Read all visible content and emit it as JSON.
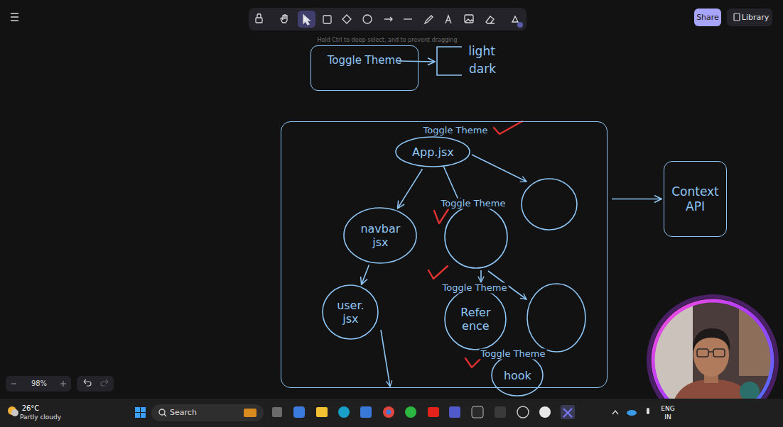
{
  "diagram": {
    "nodes": [
      {
        "text": [
          "Toggle Theme"
        ]
      },
      {
        "text": []
      },
      {
        "text": [
          "App.jsx"
        ],
        "in": 1
      },
      {
        "text": [
          "navbar jsx"
        ],
        "in": 1
      },
      {
        "text": [
          "user. jsx"
        ],
        "in": 1
      },
      {
        "text": [
          "Refer ence"
        ],
        "in": 1
      },
      {
        "text": [
          "hook"
        ],
        "in": 1
      },
      {
        "text": [
          "Context API"
        ]
      }
    ],
    "edges": [
      {
        "from": 2,
        "to": 3,
        "arrow": "to"
      },
      {
        "from": 3,
        "to": 4,
        "arrow": "to"
      },
      {
        "from": 1,
        "to": 7,
        "arrow": "to"
      }
    ],
    "labels": [
      "Hold Ctrl to deep select, and to prevent dragging",
      "light",
      "dark",
      "Toggle Theme",
      "Toggle Theme",
      "Toggle Theme",
      "Toggle Theme",
      "Share",
      "Library",
      "98%",
      "26°C",
      "Partly cloudy",
      "Search",
      "ENG",
      "IN"
    ]
  }
}
